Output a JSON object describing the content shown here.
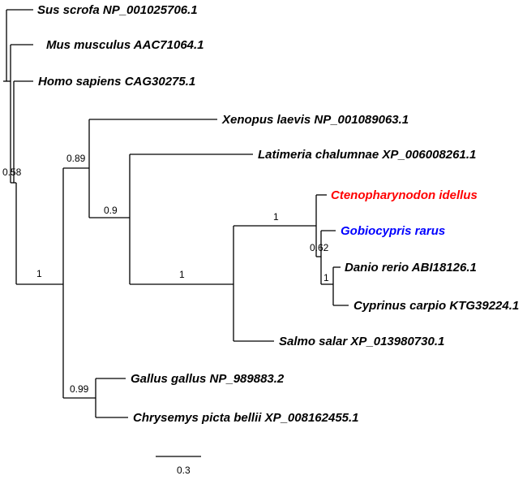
{
  "tree": {
    "taxa": [
      {
        "id": "sus",
        "label": "Sus scrofa NP_001025706.1",
        "color": "#000000"
      },
      {
        "id": "mus",
        "label": "Mus musculus AAC71064.1",
        "color": "#000000"
      },
      {
        "id": "homo",
        "label": "Homo sapiens CAG30275.1",
        "color": "#000000"
      },
      {
        "id": "xenopus",
        "label": "Xenopus laevis NP_001089063.1",
        "color": "#000000"
      },
      {
        "id": "latimeria",
        "label": "Latimeria chalumnae XP_006008261.1",
        "color": "#000000"
      },
      {
        "id": "ctenopharyngodon",
        "label": "Ctenopharynodon idellus",
        "color": "#ff0000"
      },
      {
        "id": "gobiocypris",
        "label": "Gobiocypris rarus",
        "color": "#0000ff"
      },
      {
        "id": "danio",
        "label": "Danio rerio ABI18126.1",
        "color": "#000000"
      },
      {
        "id": "cyprinus",
        "label": "Cyprinus carpio KTG39224.1",
        "color": "#000000"
      },
      {
        "id": "salmo",
        "label": "Salmo salar XP_013980730.1",
        "color": "#000000"
      },
      {
        "id": "gallus",
        "label": "Gallus gallus NP_989883.2",
        "color": "#000000"
      },
      {
        "id": "chrysemys",
        "label": "Chrysemys picta bellii XP_008162455.1",
        "color": "#000000"
      }
    ],
    "supports": [
      {
        "id": "root-clade",
        "value": "0.58"
      },
      {
        "id": "nonmammal-clade",
        "value": "1"
      },
      {
        "id": "amphibian-fish-clade",
        "value": "0.89"
      },
      {
        "id": "coelacanth-fish-clade",
        "value": "0.9"
      },
      {
        "id": "teleost-clade",
        "value": "1"
      },
      {
        "id": "cyprinid-clade",
        "value": "1"
      },
      {
        "id": "gobiocypris-danio-cyprinus-clade",
        "value": "0.62"
      },
      {
        "id": "danio-cyprinus-clade",
        "value": "1"
      },
      {
        "id": "sauropsid-clade",
        "value": "0.99"
      }
    ],
    "scale": {
      "value": "0.3"
    }
  }
}
